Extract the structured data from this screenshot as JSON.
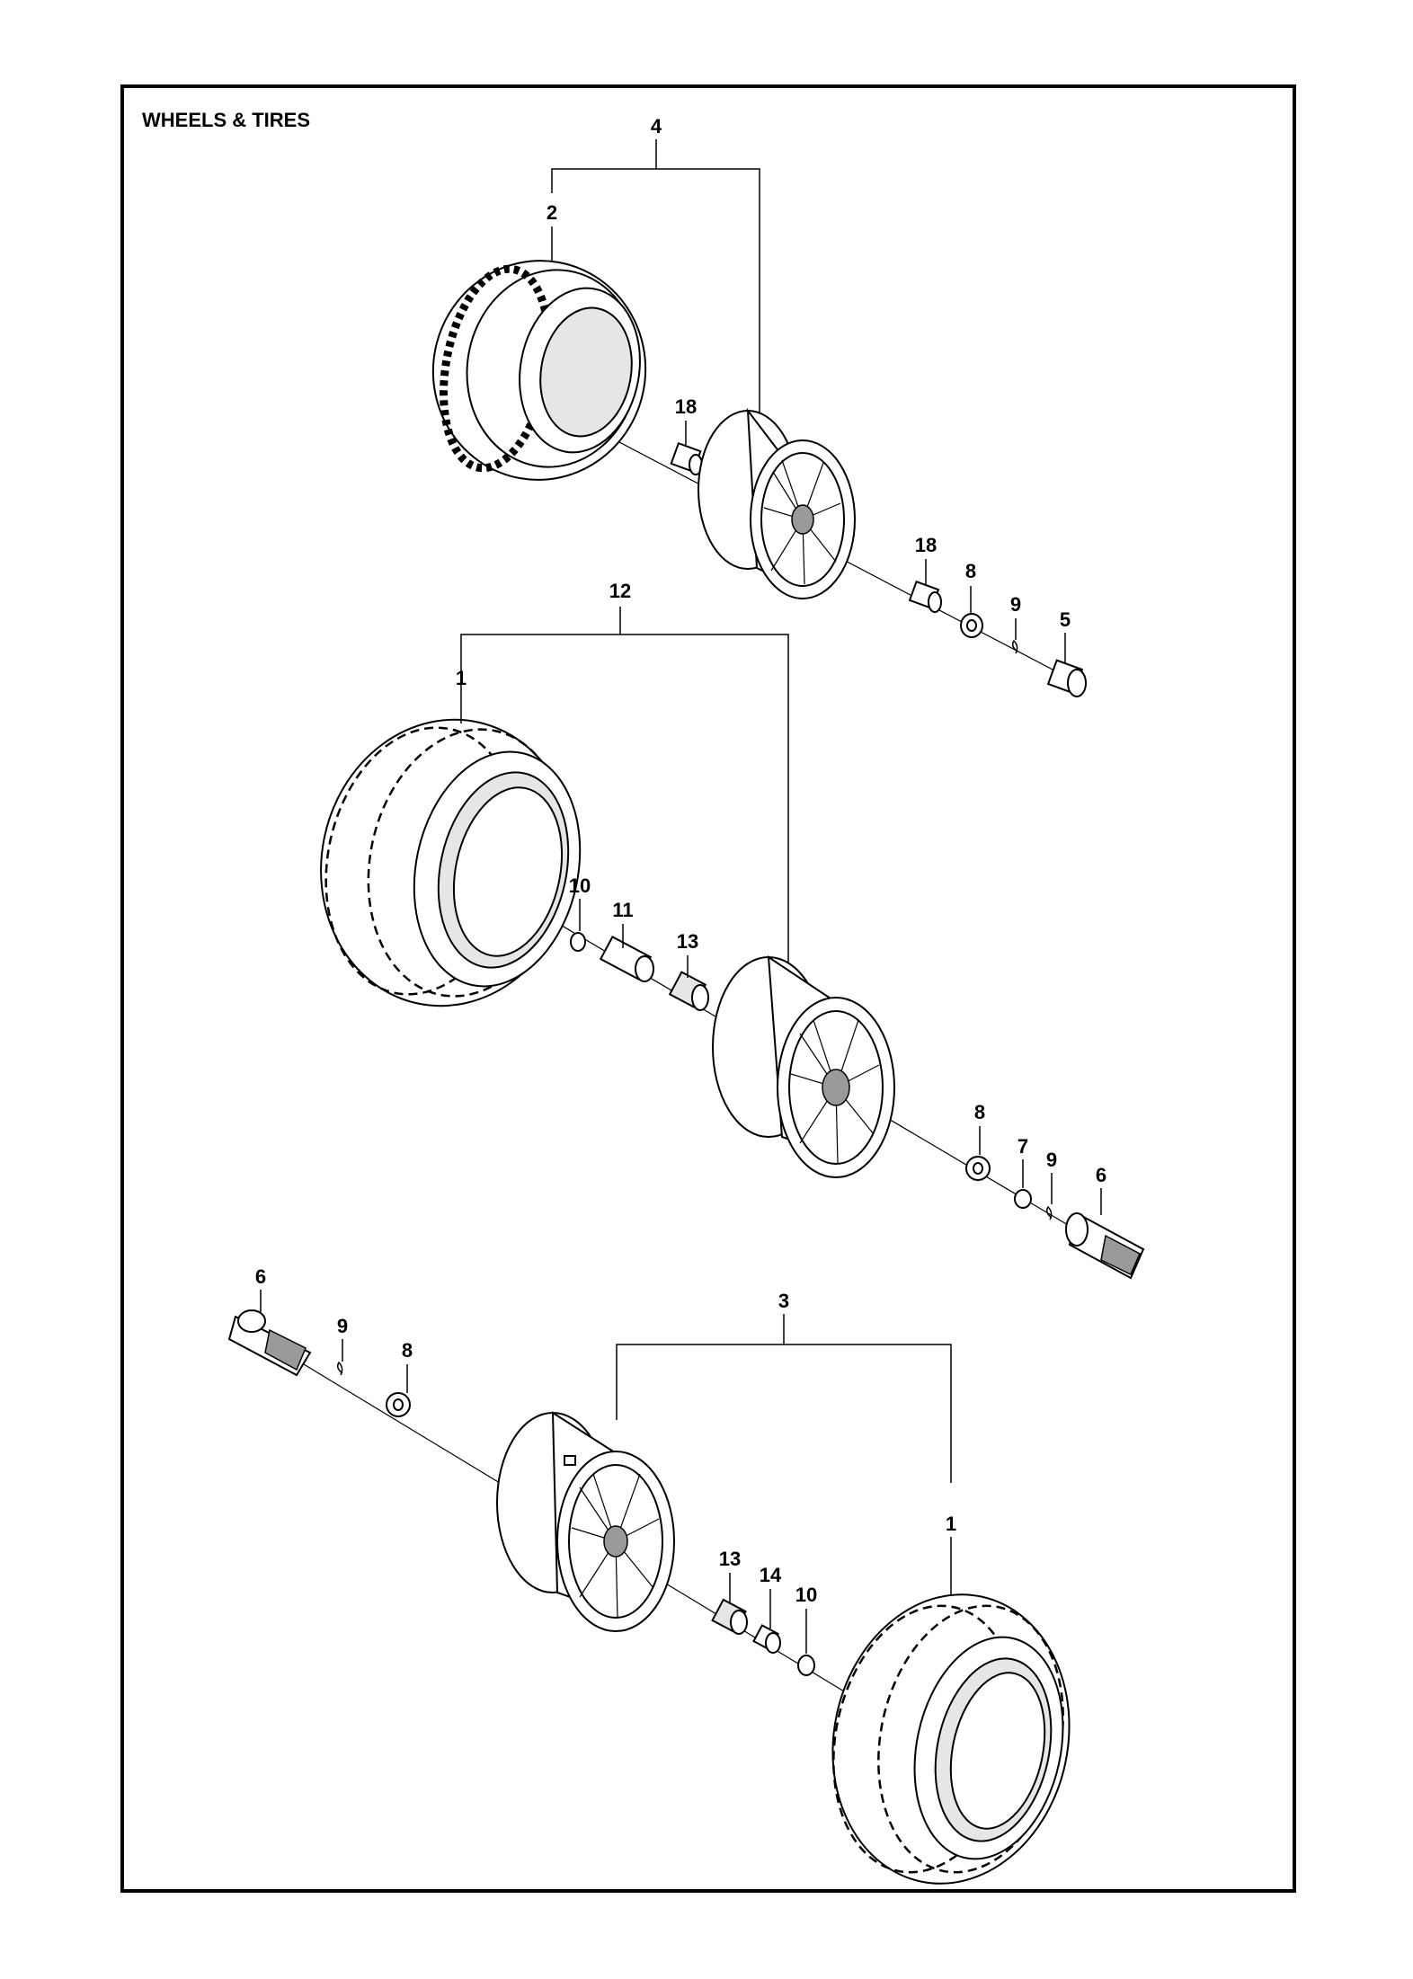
{
  "title": "WHEELS & TIRES",
  "callouts": {
    "c1a": "1",
    "c1b": "1",
    "c2": "2",
    "c3": "3",
    "c4": "4",
    "c5": "5",
    "c6a": "6",
    "c6b": "6",
    "c7": "7",
    "c8a": "8",
    "c8b": "8",
    "c8c": "8",
    "c9a": "9",
    "c9b": "9",
    "c9c": "9",
    "c10a": "10",
    "c10b": "10",
    "c11": "11",
    "c12": "12",
    "c13a": "13",
    "c13b": "13",
    "c14": "14",
    "c18a": "18",
    "c18b": "18"
  }
}
